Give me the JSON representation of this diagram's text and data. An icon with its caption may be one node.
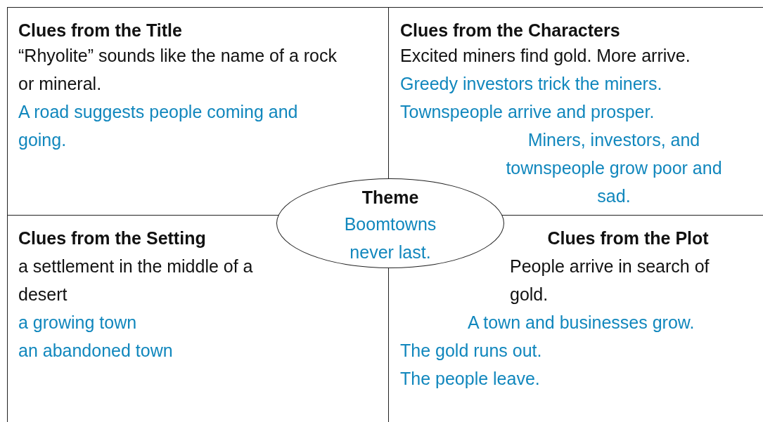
{
  "diagram": {
    "nodes": [
      {
        "text": [
          "Clues from the Title",
          "“Rhyolite” sounds like the name of a rock or mineral.",
          "A road suggests people coming and going."
        ]
      },
      {
        "text": [
          "Clues from the Characters",
          "Excited miners find gold. More arrive.",
          "Greedy investors trick the miners.",
          "Townspeople arrive and prosper.",
          "Miners, investors, and townspeople grow poor and sad."
        ]
      },
      {
        "text": [
          "Theme",
          "Boomtowns never last."
        ]
      },
      {
        "text": [
          "Clues from the Setting",
          "a settlement in the middle of a desert",
          "a growing town",
          "an abandoned town"
        ]
      },
      {
        "text": [
          "Clues from the Plot",
          "People arrive in search of gold.",
          "A town and businesses grow.",
          "The gold runs out.",
          "The people leave."
        ]
      }
    ]
  }
}
